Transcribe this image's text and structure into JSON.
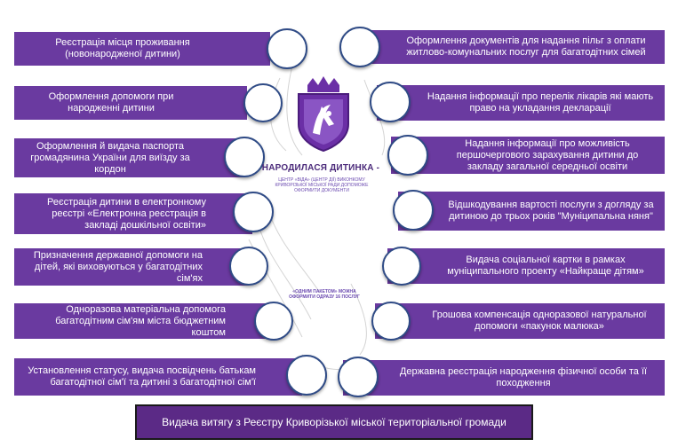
{
  "left_items": [
    {
      "text": "Реєстрація місця проживання (новонародженої дитини)"
    },
    {
      "text": "Оформлення допомоги при народженні дитини"
    },
    {
      "text": "Оформлення й видача паспорта громадянина України  для виїзду за кордон"
    },
    {
      "text": "Реєстрація дитини в електронному реєстрі «Електронна реєстрація  в  закладі дошкільної освіти»"
    },
    {
      "text": "Призначення державної допомоги на дітей, які виховуються у багатодітних сім'ях"
    },
    {
      "text": "Одноразова матеріальна допомога багатодітним сім'ям міста бюджетним коштом"
    },
    {
      "text": "Установлення статусу, видача посвідчень батькам багатодітної сім'ї та дитині з багатодітної сім'ї"
    }
  ],
  "right_items": [
    {
      "text": "Оформлення документів для надання пільг з оплати житлово-комунальних послуг для багатодітних сімей"
    },
    {
      "text": "Надання інформації про перелік лікарів які мають право на укладання декларації"
    },
    {
      "text": "Надання інформації про можливість першочергового зарахування  дитини до закладу загальної середньої освіти"
    },
    {
      "text": "Відшкодування вартості послуги з догляду за дитиною до трьох років \"Муніципальна няня\""
    },
    {
      "text": "Видача соціальної картки в рамках муніципального проекту «Найкраще дітям»"
    },
    {
      "text": "Грошова компенсація одноразової натуральної допомоги «пакунок малюка»"
    },
    {
      "text": "Державна реєстрація народження фізичної особи та її походження"
    }
  ],
  "bottom_box": {
    "text": "Видача витягу з Реєстру Криворізької міської територіальної громади"
  },
  "center": {
    "title": "НАРОДИЛАСЯ ДИТИНКА -",
    "subtitle": "центр «ВіДа» (центр Дії) виконкому Криворізької міської ради допоможе оформити документи",
    "footer": "«Одним пакетом» можна оформити одразу 16 послуг"
  },
  "colors": {
    "box_fill": "#6a3aa0",
    "box_fill_dark": "#5b2a86",
    "circle_border": "#2f4b86",
    "emblem": "#6b2fa6"
  },
  "icons": {
    "emblem": "coat-of-arms-icon"
  }
}
